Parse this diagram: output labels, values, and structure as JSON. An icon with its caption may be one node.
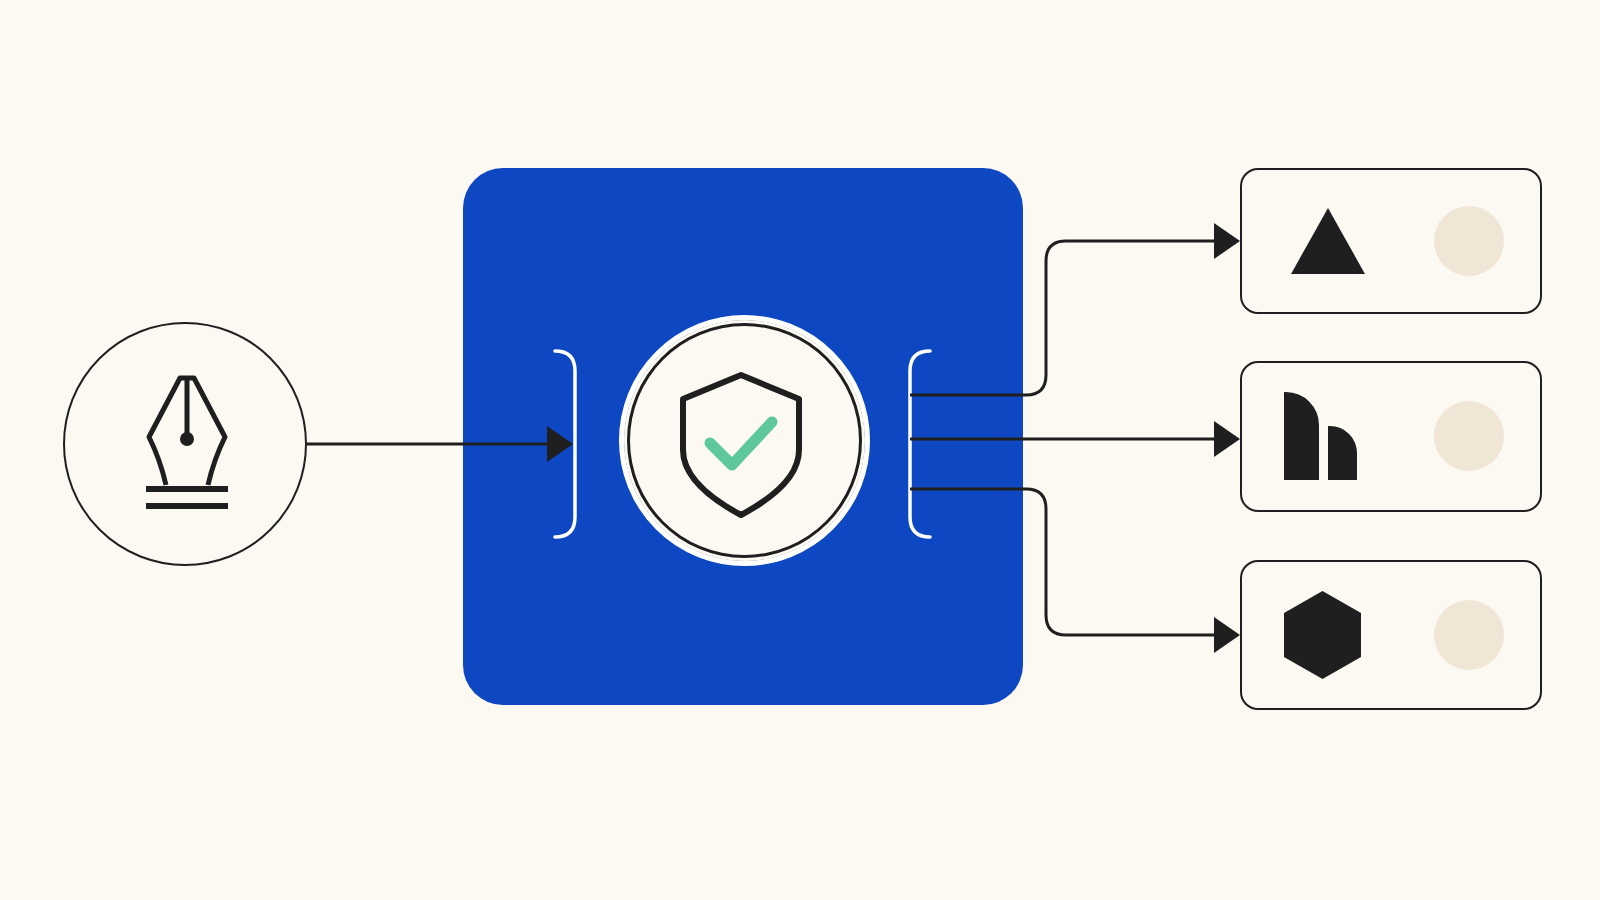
{
  "diagram": {
    "nodes": [
      {
        "text": [],
        "shape": "circle"
      },
      {
        "text": [],
        "shape": "box"
      },
      {
        "text": [],
        "shape": "bracket",
        "in": 1
      },
      {
        "text": [],
        "shape": "circle",
        "in": 1
      },
      {
        "text": [],
        "shape": "bracket",
        "in": 1
      },
      {
        "text": [],
        "shape": "box"
      },
      {
        "text": [],
        "shape": "box"
      },
      {
        "text": [],
        "shape": "box"
      }
    ],
    "edges": [
      {
        "from": 0,
        "to": 2,
        "arrow": "to"
      },
      {
        "from": 4,
        "to": 5,
        "arrow": "to"
      },
      {
        "from": 4,
        "to": 6,
        "arrow": "to"
      },
      {
        "from": 4,
        "to": 7,
        "arrow": "to"
      }
    ]
  }
}
